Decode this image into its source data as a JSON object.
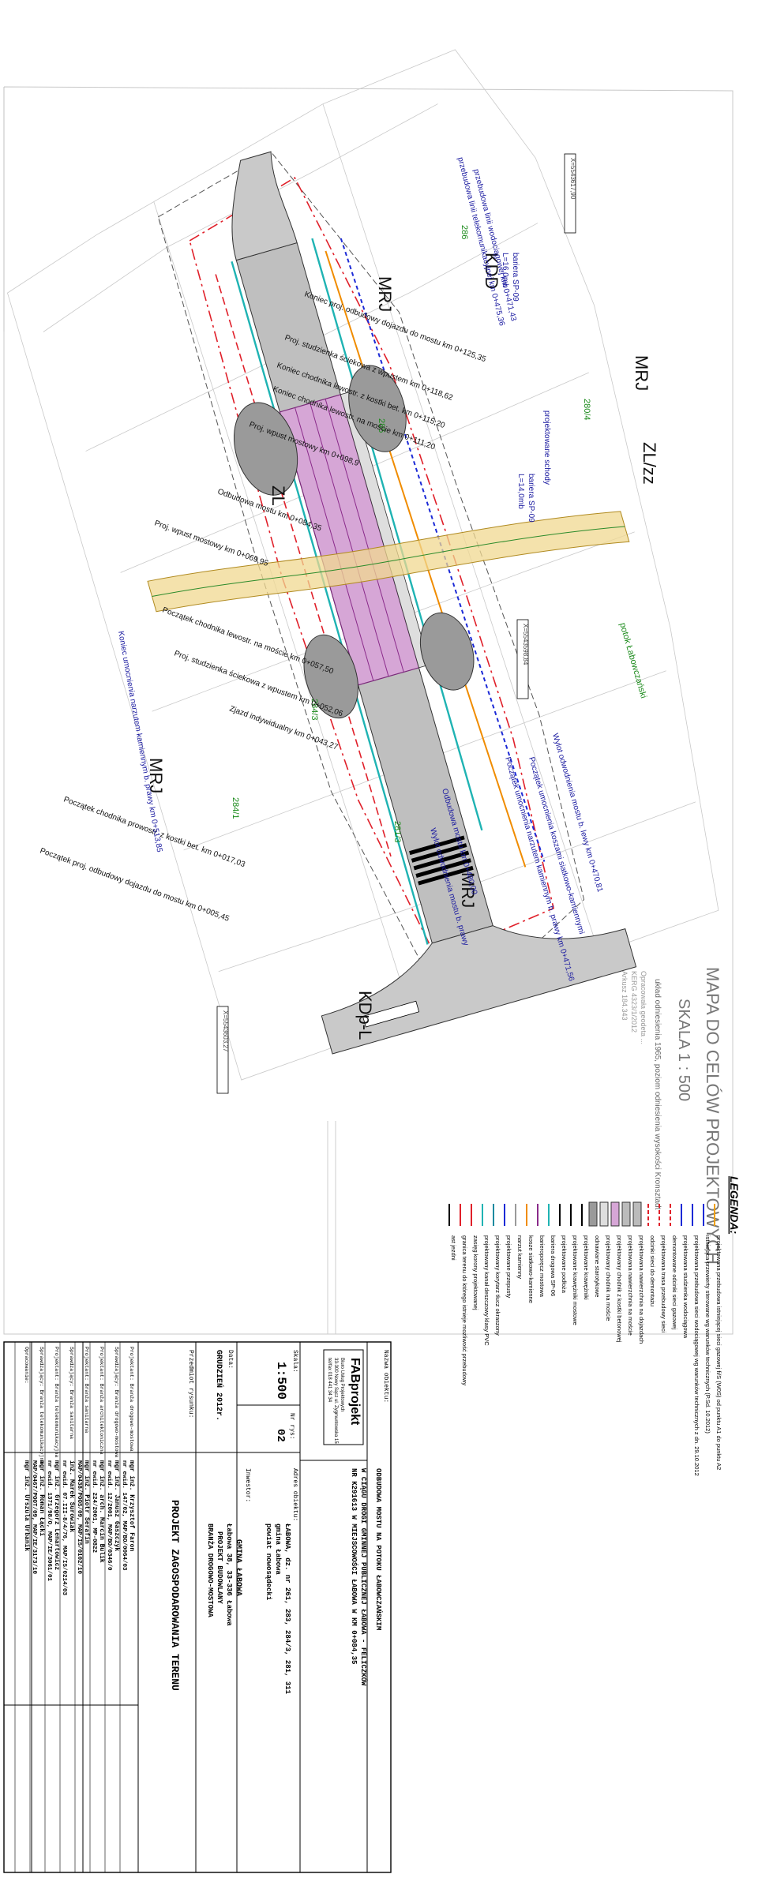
{
  "map": {
    "zone_labels": [
      "MRJ",
      "MRJ",
      "MRJ",
      "MRJ",
      "ZL",
      "ZL/zz",
      "KDD",
      "KDp-L"
    ],
    "lot_numbers": [
      "286",
      "285",
      "280/4",
      "284/3",
      "284/1",
      "281/3"
    ],
    "stream": "potok Łabowczański",
    "bridge_barrier_1": "bariera SP-09",
    "bridge_barrier_2": "bariera SP-09",
    "barrier_length_1": "L=16,0mb",
    "barrier_length_2": "L=14,0mb",
    "steps": "projektowane schody",
    "chainage_labels": [
      "przebudowa linii telekomunikacyjnej km 0+475,36",
      "przebudowa linii wodociągowej km 0+471,43",
      "Koniec proj. odbudowy dojazdu do mostu km 0+125,35",
      "Proj. studzienka ściekowa z wpustem km 0+118,62",
      "Koniec chodnika lewostr. z kostki bet. km 0+115,20",
      "Koniec chodnika lewostr. na moście km 0+111,20",
      "Proj. wpust mostowy km 0+098,9",
      "Odbudowa mostu km 0+084,35",
      "Proj. wpust mostowy km 0+069,95",
      "Początek chodnika lewostr. na moście km 0+057,50",
      "Proj. studzienka ściekowa z wpustem km 0+052,06",
      "Zjazd indywidualny km 0+043,27",
      "Początek chodnika prowostr. z kostki bet. km 0+017,03",
      "Początek proj. odbudowy dojazdu do mostu km 0+005,45",
      "Koniec umocnienia narzutem kamiennym b. prawy km 0+513,85",
      "Wylot odwodnienia mostu b. lewy km 0+470,81",
      "Początek umocnienia koszami siatkowo-kamiennymi",
      "Początek umocnienia narzutem kamiennym b. prawy km 0+471,56",
      "Odbudowa mostu km 0+480,00",
      "Wylot odwodnienia mostu b. prawy"
    ],
    "coords": [
      "X=5543617,90",
      "X=5543598,84",
      "X=5543603,27"
    ]
  },
  "header": {
    "title": "MAPA DO CELÓW PROJEKTOWYCH",
    "scale": "SKALA 1 : 500",
    "system": "układ odniesienia 1965, poziom odniesienia wysokości Kronsztadt",
    "notes": [
      "Opracowała geodeta ...",
      "KERG 4323/1/2012",
      "Arkusz 184.343"
    ]
  },
  "legend": {
    "title": "LEGENDA:",
    "items": [
      "projektowana przebudowa istniejącej sieci gazowej fi/S (W0S) od punktu A1 do punktu A2",
      "istniejąca przewierty sterowane wg warunków technicznych (P.Sd. 10.2012)",
      "projektowana przebudowa sieci wodociągowej wg warunków technicznych z dn. 29.10.2012",
      "projektowana studzienka wodociągowa",
      "demontowane odcinki sieci gazowej",
      "projektowana trasa przebudowy sieci",
      "odcinki sieci do demontażu",
      "projektowana nawierzchnia na dojazdach",
      "projektowana nawierzchnia na moście",
      "projektowany chodnik z kostki betonowej",
      "projektowany chodnik na moście",
      "odnawiane starotykowe",
      "projektowane krawężniki",
      "projektowane krawężniki mostowe",
      "projektowane podłoża",
      "bariera drogowa SP-06",
      "barieroporęcz mostowa",
      "kosze siatkowo-kamienne",
      "narzut kamienny",
      "projektowane przepusty",
      "projektowany korytarz tłucz okraszony",
      "projektowany kanał deszczowy klasy PVC",
      "zasięg korony projektowanej",
      "granica terenu do którego istnieje możliwość przebudowy",
      "ast jezdni"
    ]
  },
  "title_block": {
    "company": "FABprojekt",
    "company_sub": "Biuro Usług Projektowych",
    "address": "33-300 Nowy Sącz ul. Zygmuntowska 15",
    "phone": "tel/fax 018 441 34 34",
    "object_label": "Nazwa obiektu:",
    "object_name": [
      "ODBUDOWA MOSTU NA POTOKU ŁABOWCZAŃSKIM",
      "W CIĄGU DROGI GMINNEJ PUBLICZNEJ ŁABOWA - FELICZKÓW",
      "NR K291613 W MIEJSCOWOŚCI ŁABOWA W KM 0+084,35"
    ],
    "address_label": "Adres obiektu:",
    "address_value": [
      "ŁABOWA, dz. nr 261, 283, 284/3, 281, 311",
      "gmina Łabowa",
      "powiat nowosądecki"
    ],
    "investor_label": "Inwestor:",
    "investor": [
      "GMINA ŁABOWA",
      "Łabowa 38, 33-336 Łabowa"
    ],
    "stage": [
      "PROJEKT BUDOWLANY",
      "BRANŻA DROGOWO-MOSTOWA"
    ],
    "scale_label": "Skala:",
    "scale_value": "1:500",
    "drawing_no_label": "Nr rys:",
    "drawing_no": "02",
    "date_label": "Data:",
    "date": "GRUDZIEŃ 2012r.",
    "drawing_title_label": "Przedmiot rysunku:",
    "drawing_title": "PROJEKT ZAGOSPODAROWANIA TERENU",
    "people": [
      {
        "role": "Projektant: Branża drogowo-mostowa",
        "name": "mgr inż. Krzysztof Faron",
        "license": "nr ewid. 147/02, MAP/BO/0064/03"
      },
      {
        "role": "Sprawdzający: Branża drogowo-mostowa",
        "name": "mgr inż. Janusz Gaszczyk",
        "license": "nr ewid. 12/2001, MAP/BO/0346/0"
      },
      {
        "role": "Projektant: Branża architektoniczna",
        "name": "mgr inż. arch. Marcin Bulik",
        "license": "nr ewid. 224/2001, MP-0822"
      },
      {
        "role": "Projektant: Branża sanitarna",
        "name": "mgr inż. Piotr Serafin",
        "license": "MAP/0438/POOS/09, MAP/IS/0102/10"
      },
      {
        "role": "Sprawdzający: Branża sanitarna",
        "name": "inż. Marek Surowiak",
        "license": "nr ewid. 07.III-8/4/76, MAP/IS/0214/03"
      },
      {
        "role": "Projektant: Branża telekomunikacyjna",
        "name": "mgr inż. Grzegorz Lenartowicz",
        "license": "nr ewid. 1371/98/O, MAP/IE/3061/01"
      },
      {
        "role": "Sprawdzający: Branża telekomunikacyjna",
        "name": "mgr inż. Roman Łącki",
        "license": "MAP/0467/POOT/09, MAP/IE/3173/10"
      },
      {
        "role": "Opracowanie:",
        "name": "mgr inż. Urszula Urbanik",
        "license": ""
      }
    ]
  }
}
